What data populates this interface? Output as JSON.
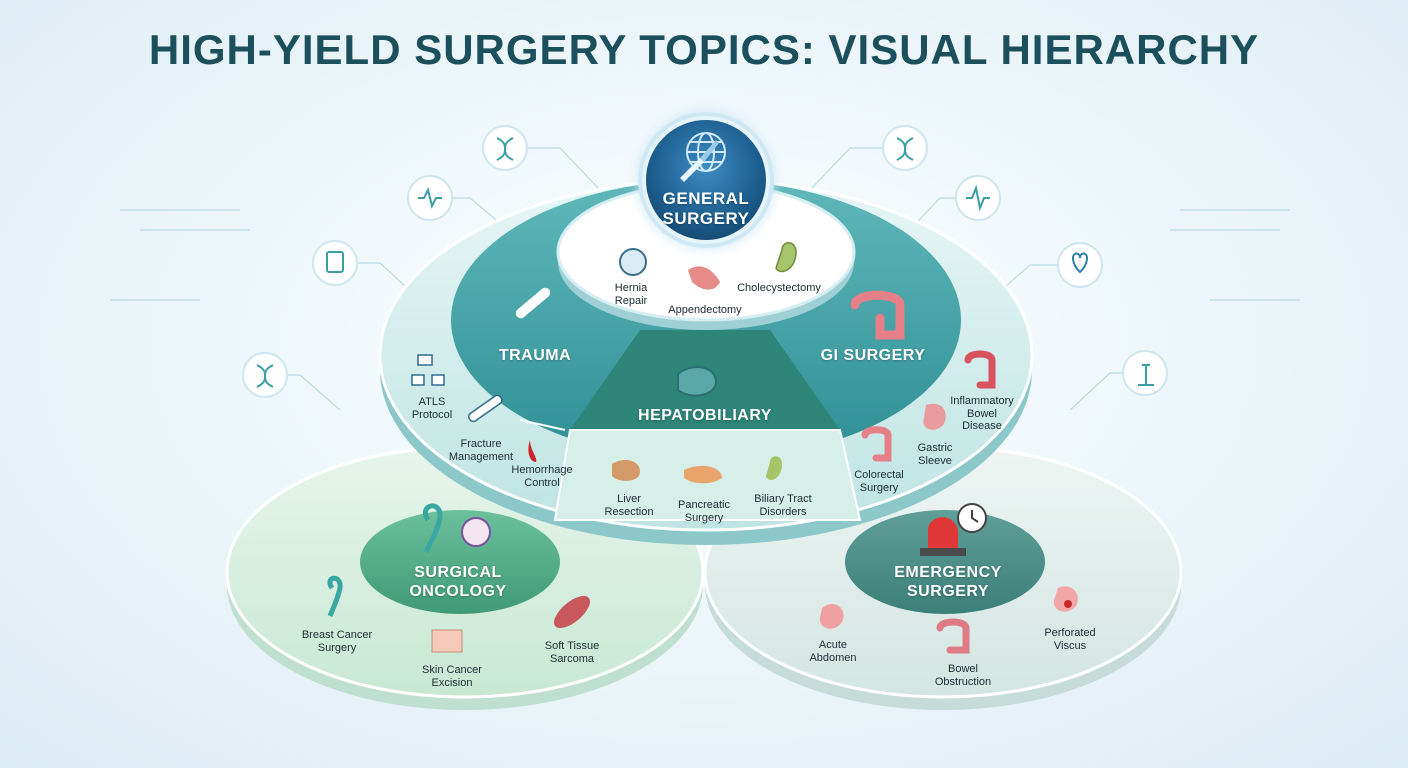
{
  "title": "HIGH-YIELD SURGERY TOPICS: VISUAL HIERARCHY",
  "colors": {
    "navy_title": "#1c4f5c",
    "core_blue": "#1d5f8f",
    "teal_dark": "#2f8f95",
    "teal_light": "#d8f0ef",
    "green_light": "#d9efe3",
    "green_mid": "#4fae8a",
    "accent_red": "#d84a4a"
  },
  "core": {
    "label": "GENERAL\nSURGERY",
    "icon": "globe-scalpel-icon"
  },
  "core_topics": [
    {
      "label": "Hernia\nRepair",
      "icon": "mesh-icon"
    },
    {
      "label": "Appendectomy",
      "icon": "appendix-icon"
    },
    {
      "label": "Cholecystectomy",
      "icon": "gallbladder-icon"
    }
  ],
  "middle_tier": [
    {
      "id": "trauma",
      "label": "TRAUMA",
      "icon": "bone-cross-icon",
      "topics": [
        {
          "label": "ATLS\nProtocol",
          "icon": "flowchart-icon"
        },
        {
          "label": "Fracture\nManagement",
          "icon": "fractured-bone-icon"
        },
        {
          "label": "Hemorrhage\nControl",
          "icon": "blood-drop-icon"
        }
      ]
    },
    {
      "id": "hepatobiliary",
      "label": "HEPATOBILIARY",
      "icon": "liver-icon",
      "topics": [
        {
          "label": "Liver\nResection",
          "icon": "liver-icon"
        },
        {
          "label": "Pancreatic\nSurgery",
          "icon": "pancreas-icon"
        },
        {
          "label": "Biliary Tract\nDisorders",
          "icon": "biliary-tree-icon"
        }
      ]
    },
    {
      "id": "gi",
      "label": "GI SURGERY",
      "icon": "colon-icon",
      "topics": [
        {
          "label": "Inflammatory\nBowel\nDisease",
          "icon": "inflamed-colon-icon"
        },
        {
          "label": "Gastric\nSleeve",
          "icon": "stomach-icon"
        },
        {
          "label": "Colorectal\nSurgery",
          "icon": "colon-icon"
        }
      ]
    }
  ],
  "base_tier": [
    {
      "id": "oncology",
      "label": "SURGICAL\nONCOLOGY",
      "icon": "ribbon-cell-icon",
      "topics": [
        {
          "label": "Breast Cancer\nSurgery",
          "icon": "ribbon-icon"
        },
        {
          "label": "Skin Cancer\nExcision",
          "icon": "skin-layers-icon"
        },
        {
          "label": "Soft Tissue\nSarcoma",
          "icon": "muscle-icon"
        }
      ]
    },
    {
      "id": "emergency",
      "label": "EMERGENCY\nSURGERY",
      "icon": "siren-clock-icon",
      "topics": [
        {
          "label": "Acute\nAbdomen",
          "icon": "stomach-pain-icon"
        },
        {
          "label": "Bowel\nObstruction",
          "icon": "bowel-icon"
        },
        {
          "label": "Perforated\nViscus",
          "icon": "perforated-stomach-icon"
        }
      ]
    }
  ],
  "decorative_icons": [
    "dna-icon",
    "heartbeat-icon",
    "clipboard-icon",
    "dna-icon",
    "dna-icon",
    "ecg-icon",
    "heart-icon",
    "microscope-icon"
  ]
}
